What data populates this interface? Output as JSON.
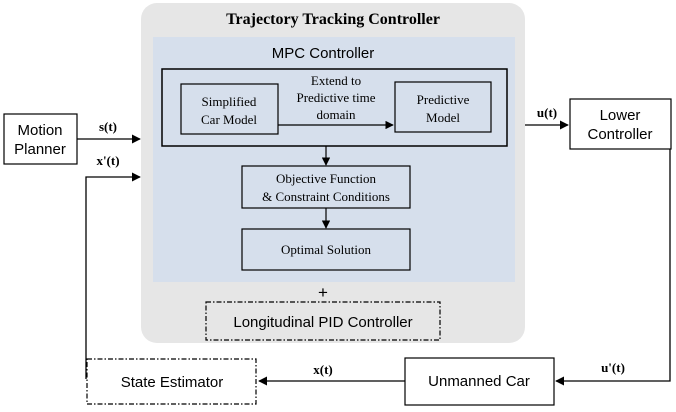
{
  "diagram": {
    "outer_title": "Trajectory Tracking Controller",
    "mpc": {
      "title": "MPC Controller",
      "simplified_model": [
        "Simplified",
        "Car Model"
      ],
      "extend_label": [
        "Extend to",
        "Predictive time",
        "domain"
      ],
      "predictive_model": [
        "Predictive",
        "Model"
      ],
      "objective": [
        "Objective Function",
        "& Constraint Conditions"
      ],
      "optimal": "Optimal Solution"
    },
    "plus": "+",
    "pid": "Longitudinal PID Controller",
    "motion_planner": [
      "Motion",
      "Planner"
    ],
    "lower_controller": [
      "Lower",
      "Controller"
    ],
    "unmanned_car": "Unmanned Car",
    "state_estimator": "State Estimator",
    "signals": {
      "s": "s(t)",
      "x_prime": "x'(t)",
      "u": "u(t)",
      "u_prime": "u'(t)",
      "x": "x(t)"
    },
    "colors": {
      "outer_fill": "#e6e6e6",
      "mpc_fill": "#d6dfec",
      "stroke": "#000000"
    }
  }
}
